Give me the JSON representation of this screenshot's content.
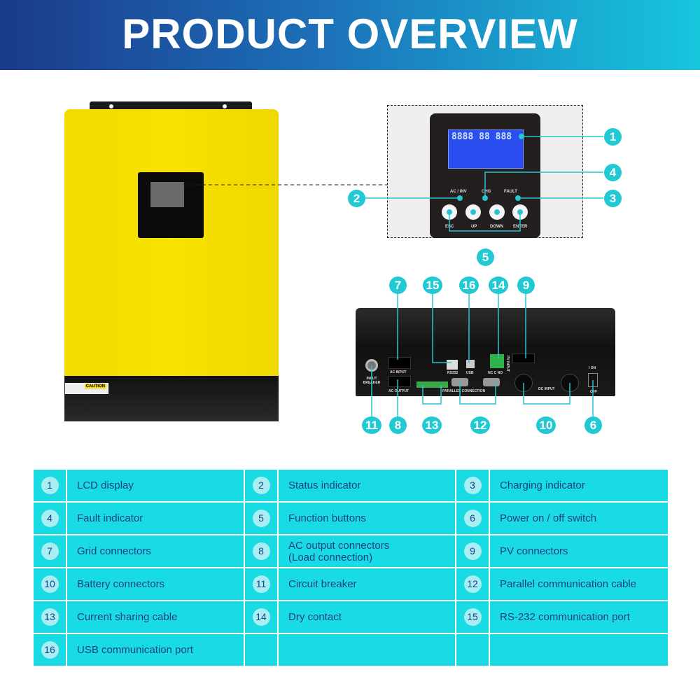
{
  "title": "PRODUCT OVERVIEW",
  "colors": {
    "accent": "#20c9d3",
    "table_bg": "#18dbe3",
    "text": "#1d3f8b",
    "inverter": "#f4de00"
  },
  "front": {
    "caution": "CAUTION"
  },
  "panel": {
    "ac_inv": "AC / INV",
    "chg": "CHG",
    "fault": "FAULT",
    "lcd_text": "8888 88 888",
    "buttons": [
      "ESC",
      "UP",
      "DOWN",
      "ENTER"
    ]
  },
  "rear": {
    "ac_input": "AC INPUT",
    "ac_output": "AC OUTPUT",
    "rs232": "RS232",
    "usb": "USB",
    "parallel": "PARALLEL CONNECTION",
    "dc_input": "DC INPUT",
    "on": "I ON",
    "off": "OFF",
    "breaker": "INPUT BREAKER",
    "dry": "NC C NO",
    "pv": "PV INPUT"
  },
  "callouts": [
    "1",
    "2",
    "3",
    "4",
    "5",
    "6",
    "7",
    "8",
    "9",
    "10",
    "11",
    "12",
    "13",
    "14",
    "15",
    "16"
  ],
  "table": [
    {
      "n": "1",
      "label": "LCD display"
    },
    {
      "n": "2",
      "label": "Status indicator"
    },
    {
      "n": "3",
      "label": "Charging indicator"
    },
    {
      "n": "4",
      "label": "Fault indicator"
    },
    {
      "n": "5",
      "label": "Function buttons"
    },
    {
      "n": "6",
      "label": "Power on / off switch"
    },
    {
      "n": "7",
      "label": "Grid connectors"
    },
    {
      "n": "8",
      "label": "AC output connectors\n(Load connection)"
    },
    {
      "n": "9",
      "label": "PV connectors"
    },
    {
      "n": "10",
      "label": "Battery connectors"
    },
    {
      "n": "11",
      "label": " Circuit breaker"
    },
    {
      "n": "12",
      "label": "Parallel communication cable"
    },
    {
      "n": "13",
      "label": "Current sharing cable"
    },
    {
      "n": "14",
      "label": "Dry contact"
    },
    {
      "n": "15",
      "label": "RS-232 communication port"
    },
    {
      "n": "16",
      "label": " USB communication port"
    },
    {
      "n": "",
      "label": ""
    },
    {
      "n": "",
      "label": ""
    }
  ]
}
